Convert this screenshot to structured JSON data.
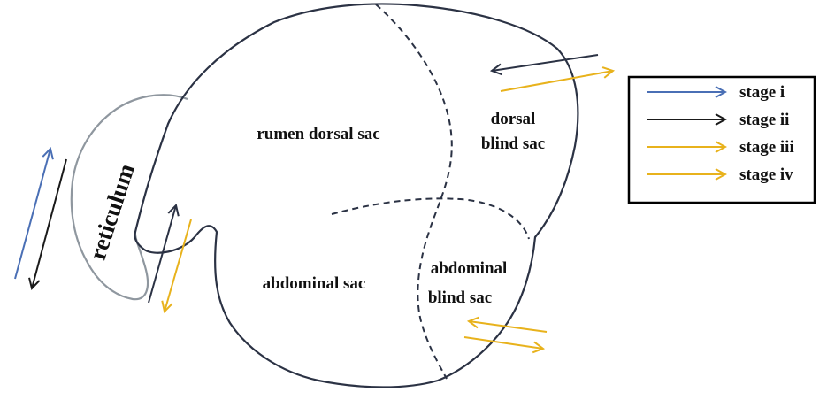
{
  "colors": {
    "outline": "#2b3244",
    "reticulum_outline": "#8f979f",
    "stage_i": "#4a6fb5",
    "stage_ii": "#1a1a1a",
    "stage_iii": "#e8b21c",
    "stage_iv": "#e8b21c"
  },
  "regions": {
    "rumen_dorsal_sac": "rumen dorsal sac",
    "dorsal_blind_sac_line1": "dorsal",
    "dorsal_blind_sac_line2": "blind sac",
    "abdominal_sac": "abdominal sac",
    "abdominal_blind_sac_line1": "abdominal",
    "abdominal_blind_sac_line2": "blind sac",
    "reticulum": "reticulum"
  },
  "legend": {
    "items": [
      {
        "label": "stage i",
        "color_key": "stage_i"
      },
      {
        "label": "stage ii",
        "color_key": "stage_ii"
      },
      {
        "label": "stage iii",
        "color_key": "stage_iii"
      },
      {
        "label": "stage iv",
        "color_key": "stage_iv"
      }
    ]
  }
}
